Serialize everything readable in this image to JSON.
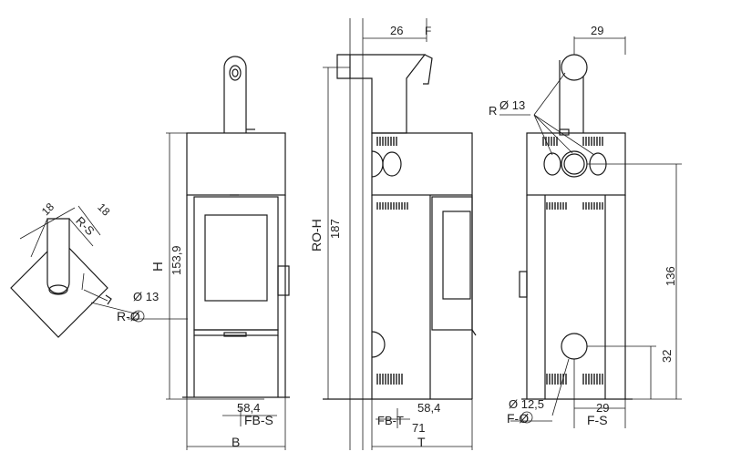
{
  "colors": {
    "line": "#1a1a1a",
    "background": "#ffffff",
    "text": "#222222"
  },
  "top_view": {
    "dim_a": "18",
    "dim_b": "18",
    "label_rs": "R-S",
    "diameter": "Ø 13",
    "label_r": "R-Ø"
  },
  "front_view": {
    "height_letter": "H",
    "height_value": "153,9",
    "depth_value": "58,4",
    "label_fbs": "FB-S",
    "width_letter": "B"
  },
  "side_view": {
    "top_offset": "26",
    "cut_mark": "F",
    "label_roh": "RO-H",
    "height_value": "187",
    "base_value": "58,4",
    "label_fbt": "FB-T",
    "depth_value": "71",
    "depth_letter": "T"
  },
  "back_view": {
    "top_offset": "29",
    "label_r": "R",
    "top_diameter": "Ø 13",
    "height_upper": "136",
    "height_lower": "32",
    "lower_diameter": "Ø 12,5",
    "label_f": "F-Ø",
    "bottom_offset": "29",
    "label_fs": "F-S"
  }
}
